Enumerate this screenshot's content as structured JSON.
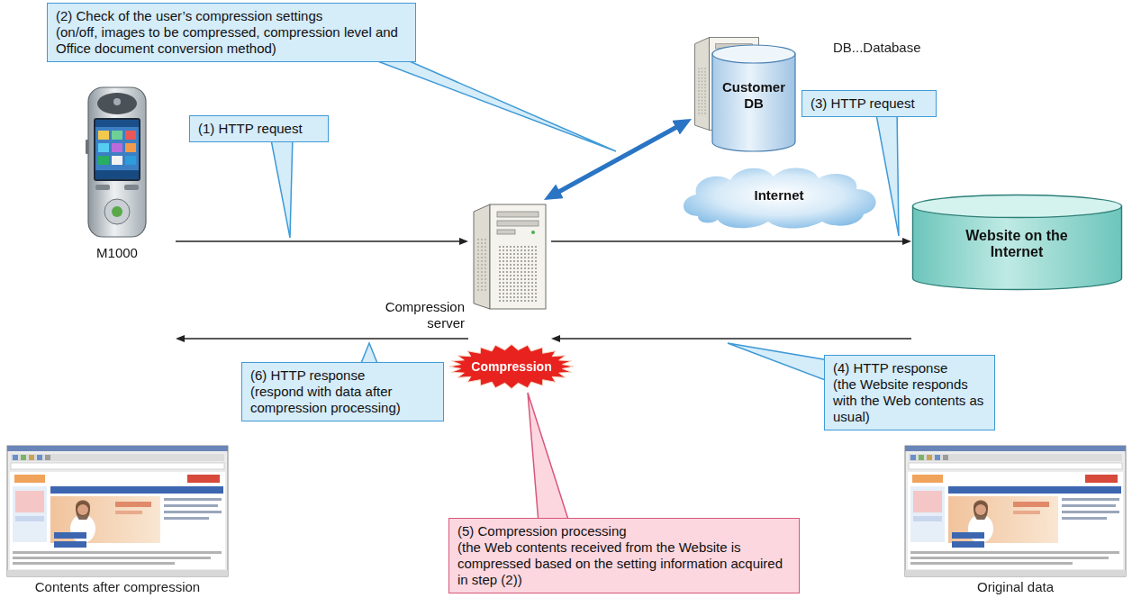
{
  "diagram": {
    "nodes": [
      {
        "text": [
          "(2) Check of the user’s compression settings",
          "(on/off, images to be compressed, compression level and Office document conversion method)"
        ]
      },
      {
        "text": [
          "Customer DB"
        ]
      },
      {
        "text": [
          "(1) HTTP request"
        ]
      },
      {
        "text": [
          "(3) HTTP request"
        ]
      },
      {
        "text": [
          "M1000"
        ]
      },
      {
        "text": [
          "Compression server"
        ]
      },
      {
        "text": [
          "Internet"
        ]
      },
      {
        "text": [
          "Website on the Internet"
        ]
      },
      {
        "text": [
          "(6) HTTP response",
          "(respond with data after compression processing)"
        ]
      },
      {
        "text": [
          "Compression"
        ]
      },
      {
        "text": [
          "(4) HTTP response",
          "(the Website responds with the Web contents as usual)"
        ]
      },
      {
        "text": [
          "(5) Compression processing",
          "(the Web contents received from the Website is compressed based on the setting information acquired in step (2))"
        ]
      }
    ],
    "edges": [
      {
        "from": 4,
        "to": 5,
        "arrow": "to"
      },
      {
        "from": 5,
        "to": 7,
        "arrow": "to"
      },
      {
        "from": 7,
        "to": 5,
        "arrow": "to"
      },
      {
        "from": 5,
        "to": 4,
        "arrow": "to"
      },
      {
        "from": 5,
        "to": 1,
        "arrow": "both"
      }
    ],
    "labels": [
      "DB...Database",
      "Contents after compression",
      "Original data"
    ]
  }
}
